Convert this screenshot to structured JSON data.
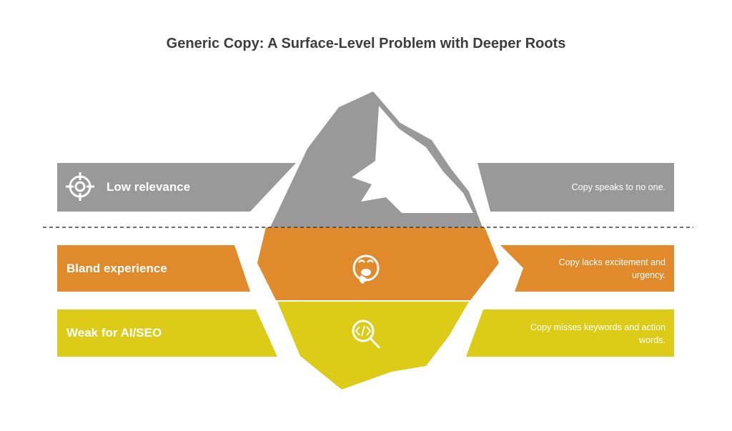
{
  "title": "Generic Copy: A Surface-Level Problem with Deeper Roots",
  "colors": {
    "gray": "#999999",
    "orange": "#e08a2b",
    "yellow": "#dccc18",
    "text_dark": "#3d3d3d",
    "white": "#ffffff"
  },
  "layers": [
    {
      "label": "Low relevance",
      "description": "Copy speaks to no one.",
      "icon": "target-crosshair-icon",
      "color": "#999999"
    },
    {
      "label": "Bland experience",
      "description": "Copy lacks excitement and urgency.",
      "icon": "bored-face-icon",
      "color": "#e08a2b"
    },
    {
      "label": "Weak for AI/SEO",
      "description": "Copy misses keywords and action words.",
      "icon": "code-search-icon",
      "color": "#dccc18"
    }
  ]
}
